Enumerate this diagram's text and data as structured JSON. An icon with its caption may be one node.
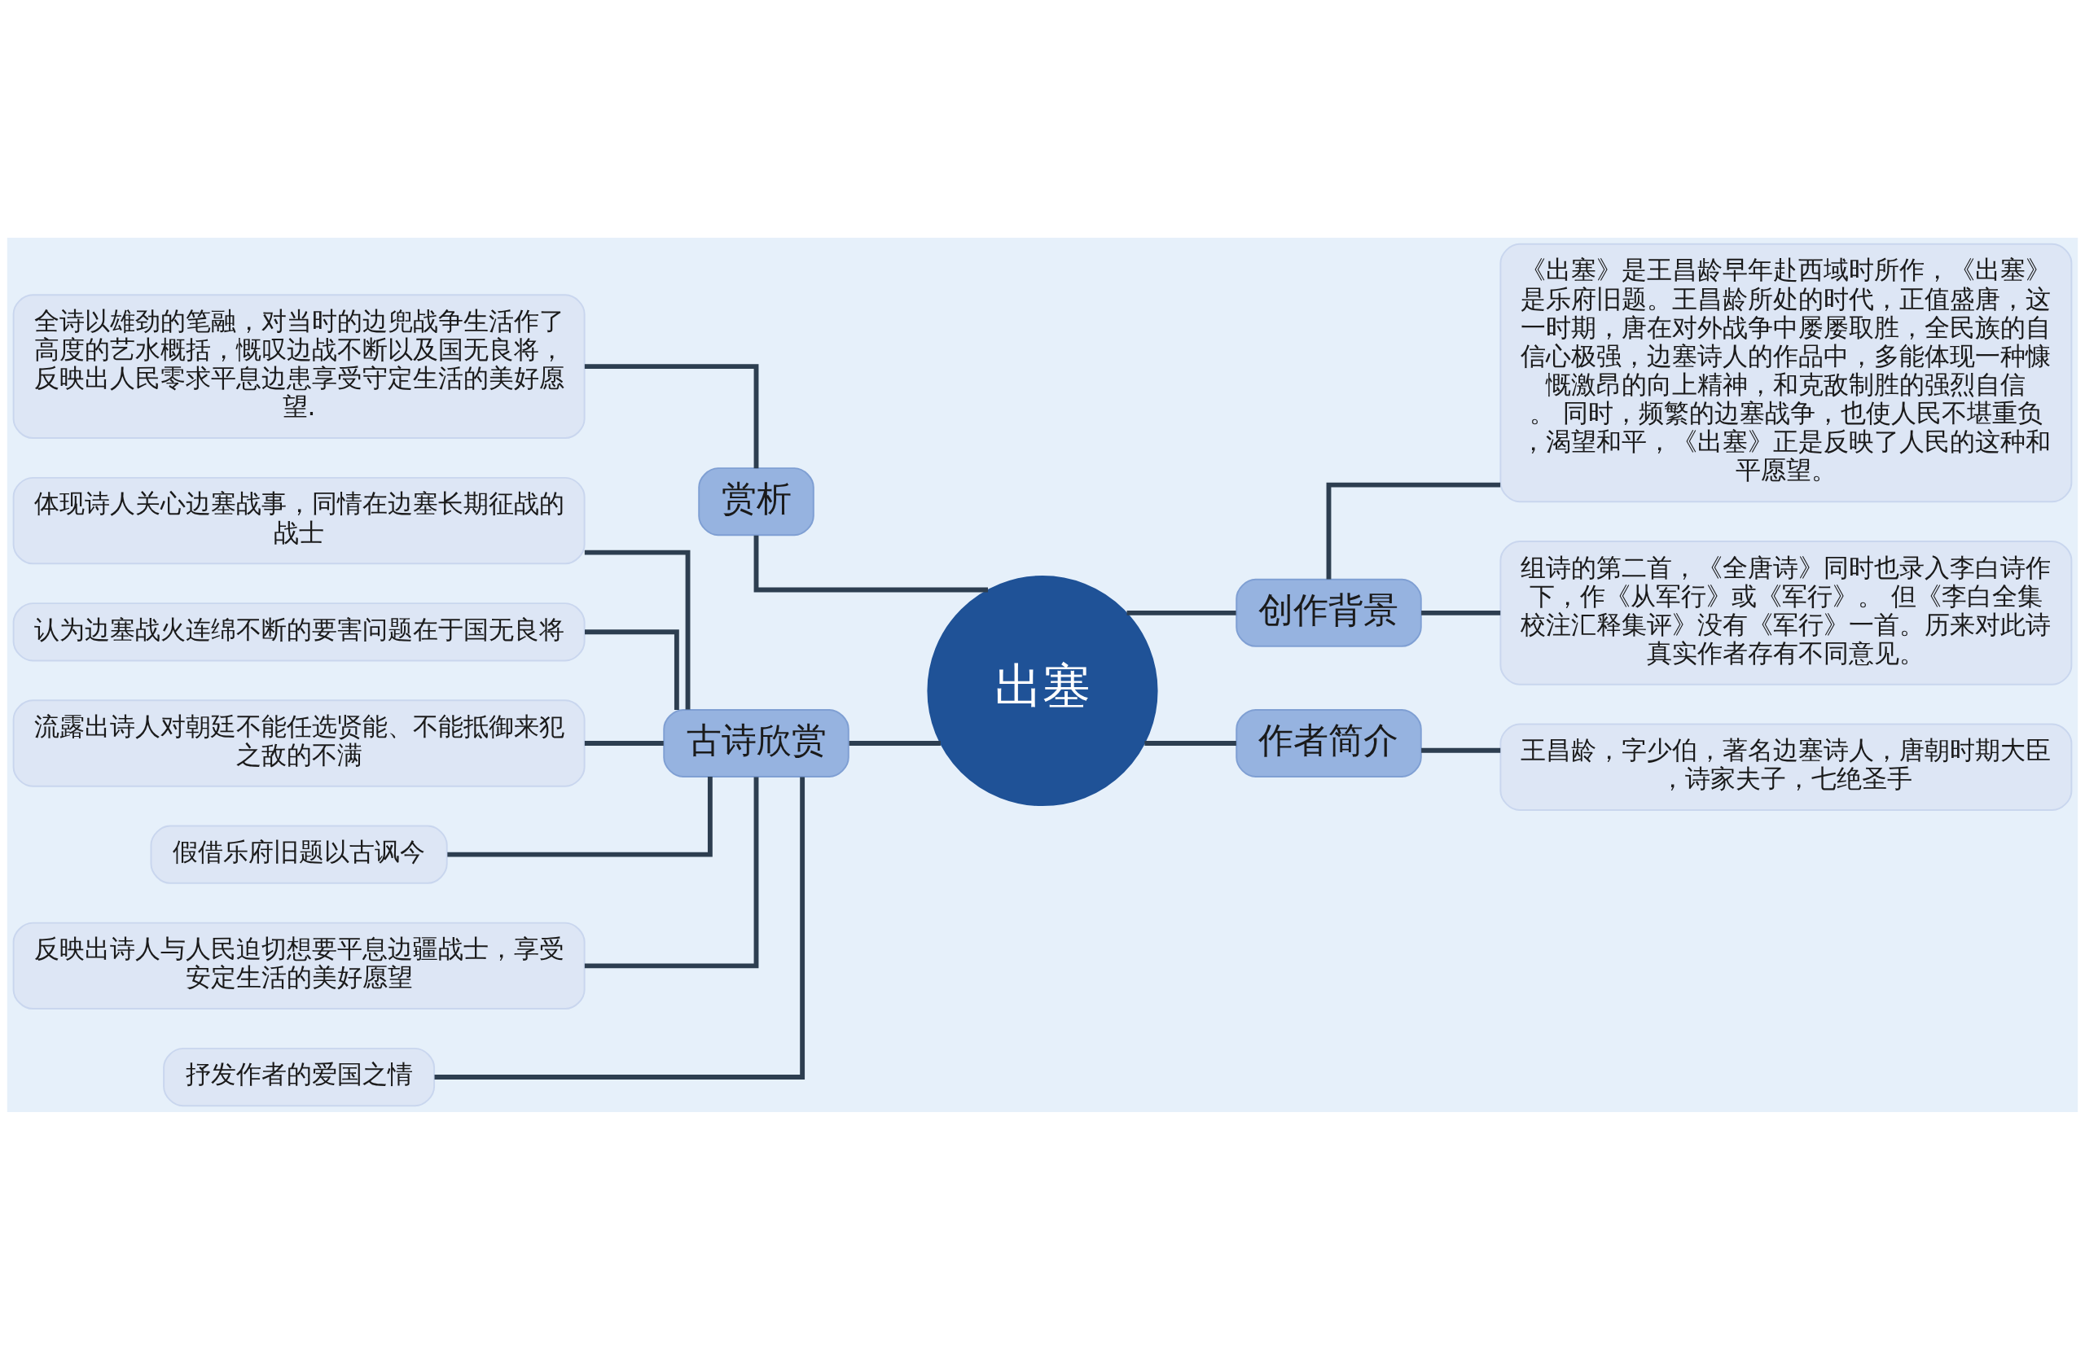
{
  "diagram": {
    "nodes": [
      {
        "text": [
          "出塞"
        ]
      },
      {
        "text": [
          "赏析"
        ]
      },
      {
        "text": [
          "全诗以雄劲的笔融，对当时的边兜战争生活作了高度的艺水概括，慨叹边战不断以及国无良将，反映出人民零求平息边患享受守定生活的美好愿望."
        ]
      },
      {
        "text": [
          "古诗欣赏"
        ]
      },
      {
        "text": [
          "体现诗人关心边塞战事，同情在边塞长期征战的战士"
        ]
      },
      {
        "text": [
          "认为边塞战火连绵不断的要害问题在于国无良将"
        ]
      },
      {
        "text": [
          "流露出诗人对朝廷不能任选贤能、不能抵御来犯之敌的不满"
        ]
      },
      {
        "text": [
          "假借乐府旧题以古讽今"
        ]
      },
      {
        "text": [
          "反映出诗人与人民迫切想要平息边疆战士，享受安定生活的美好愿望"
        ]
      },
      {
        "text": [
          "抒发作者的爱国之情"
        ]
      },
      {
        "text": [
          "创作背景"
        ]
      },
      {
        "text": [
          "《出塞》是王昌龄早年赴西域时所作，《出塞》是乐府旧题。王昌龄所处的时代，正值盛唐，这一时期，唐在对外战争中屡屡取胜，全民族的自信心极强，边塞诗人的作品中，多能体现一种慷慨激昂的向上精神，和克敌制胜的强烈自信。 同时，频繁的边塞战争，也使人民不堪重负，渴望和平，《出塞》正是反映了人民的这种和平愿望。"
        ]
      },
      {
        "text": [
          "组诗的第二首，《全唐诗》同时也录入李白诗作下，作《从军行》或《军行》。 但《李白全集校注汇释集评》没有《军行》一首。历来对此诗真实作者存有不同意见。"
        ]
      },
      {
        "text": [
          "作者简介"
        ]
      },
      {
        "text": [
          "王昌龄，字少伯，著名边塞诗人，唐朝时期大臣，诗家夫子，七绝圣手"
        ]
      }
    ],
    "edges": [
      {
        "from": 2,
        "to": 1,
        "arrow": "none"
      },
      {
        "from": 1,
        "to": 0,
        "arrow": "none"
      },
      {
        "from": 4,
        "to": 3,
        "arrow": "none"
      },
      {
        "from": 5,
        "to": 3,
        "arrow": "none"
      },
      {
        "from": 6,
        "to": 3,
        "arrow": "none"
      },
      {
        "from": 7,
        "to": 3,
        "arrow": "none"
      },
      {
        "from": 8,
        "to": 3,
        "arrow": "none"
      },
      {
        "from": 9,
        "to": 3,
        "arrow": "none"
      },
      {
        "from": 3,
        "to": 0,
        "arrow": "none"
      },
      {
        "from": 0,
        "to": 10,
        "arrow": "none"
      },
      {
        "from": 10,
        "to": 11,
        "arrow": "none"
      },
      {
        "from": 10,
        "to": 12,
        "arrow": "none"
      },
      {
        "from": 0,
        "to": 13,
        "arrow": "none"
      },
      {
        "from": 13,
        "to": 14,
        "arrow": "none"
      }
    ]
  }
}
